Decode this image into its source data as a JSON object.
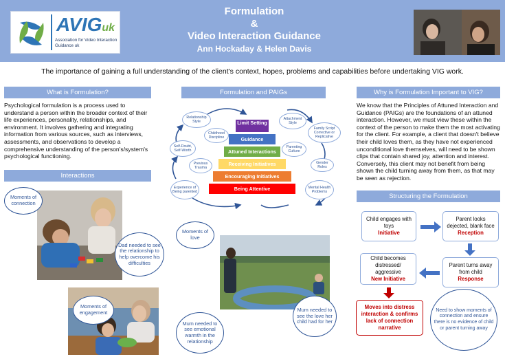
{
  "header": {
    "title_line1": "Formulation",
    "title_line2": "&",
    "title_line3": "Video Interaction Guidance",
    "authors": "Ann Hockaday & Helen Davis",
    "logo_text": "AVIG",
    "logo_suffix": "uk",
    "logo_sub": "Association for Video Interaction Guidance uk"
  },
  "subtitle": "The importance of gaining a full understanding of the client's context, hopes, problems and capabilities before undertaking VIG work.",
  "sections": {
    "what": {
      "heading": "What is Formulation?",
      "body": "Psychological formulation is a process used to understand a person within the broader context of their life experiences, personality, relationships, and environment. It involves gathering and integrating information from various sources, such as interviews, assessments, and observations to develop a comprehensive understanding of the person's/system's psychological functioning."
    },
    "paigs": {
      "heading": "Formulation and PAIGs",
      "levels": [
        {
          "label": "Limit Setting",
          "color": "#7030a0"
        },
        {
          "label": "Guidance",
          "color": "#4472c4"
        },
        {
          "label": "Attuned Interactions",
          "color": "#70ad47"
        },
        {
          "label": "Receiving Initiatives",
          "color": "#ffd966"
        },
        {
          "label": "Encouraging Initiatives",
          "color": "#ed7d31"
        },
        {
          "label": "Being Attentive",
          "color": "#ff0000"
        }
      ],
      "ovals": {
        "relationship": "Relationship Style",
        "attachment": "Attachment Style",
        "childhood": "Childhood Discipline",
        "family": "Family Script Corrective or Replicative",
        "selfdoubt": "Self-Doubt, Self-Worth",
        "parenting": "Parenting Culture",
        "previous": "Previous Trauma",
        "gender": "Gender Roles",
        "experience": "Experience of Being parented",
        "mental": "Mental Health Problems"
      }
    },
    "why": {
      "heading": "Why is Formulation Important to VIG?",
      "body": "We know that the Principles of Attuned Interaction and Guidance (PAIGs) are the foundations of an attuned interaction. However, we must view these within the context of the person to make them the most activating for the client. For example, a client that doesn't believe their child loves them, as they have not experienced unconditional love themselves, will need to be shown clips that contain shared joy, attention and interest. Conversely, this client may not benefit from being shown the child turning away from them, as that may be seen as rejection."
    },
    "interactions": {
      "heading": "Interactions",
      "clouds": {
        "connection": "Moments of connection",
        "dad": "Dad needed to see the relationship to help overcome his difficulties",
        "love": "Moments of love",
        "engagement": "Moments of engagement",
        "warmth": "Mum needed to see emotional warmth in the relationship",
        "mum_love": "Mum needed to see the love her child had for her"
      }
    },
    "structuring": {
      "heading": "Structuring the Formulation",
      "box1": {
        "text": "Child engages with toys",
        "tag": "Initiative"
      },
      "box2": {
        "text": "Parent looks dejected, blank face",
        "tag": "Reception"
      },
      "box3": {
        "text": "Parent turns away from child",
        "tag": "Response"
      },
      "box4": {
        "text": "Child becomes distressed/ aggressive",
        "tag": "New Initiative"
      },
      "box5": {
        "text": "Moves into distress interaction & confirms lack of connection narrative"
      },
      "cloud": "Need to show moments of connection and ensure there is no evidence of child or parent turning away"
    }
  },
  "colors": {
    "header": "#8eaadb",
    "accent": "#2f5597",
    "red": "#c00000"
  }
}
